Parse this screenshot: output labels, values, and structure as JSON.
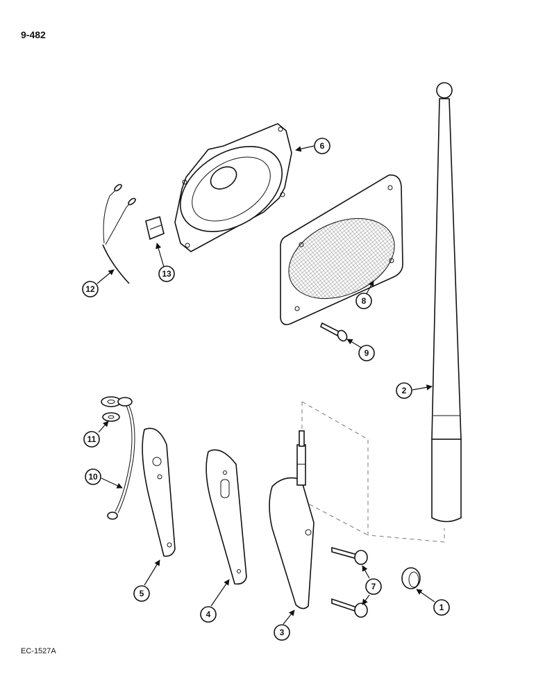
{
  "page_number": "9-482",
  "figure_code": "EC-1527A",
  "callouts": {
    "c1": "1",
    "c2": "2",
    "c3": "3",
    "c4": "4",
    "c5": "5",
    "c6": "6",
    "c7": "7",
    "c8": "8",
    "c9": "9",
    "c10": "10",
    "c11": "11",
    "c12": "12",
    "c13": "13"
  },
  "colors": {
    "ink": "#111111",
    "paper": "#ffffff",
    "dash": "#777777"
  }
}
